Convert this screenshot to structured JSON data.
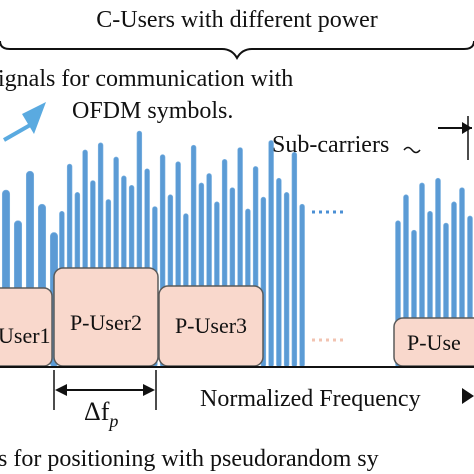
{
  "labels": {
    "top_title": "C-Users with different power",
    "signals_line1": "ignals for communication with",
    "signals_line2": "OFDM symbols.",
    "subcarriers": "Sub-carriers",
    "p_user1": "User1",
    "p_user2": "P-User2",
    "p_user3": "P-User3",
    "p_user_n": "P-Use",
    "delta_base": "Δf",
    "delta_sub": "p",
    "freq_axis": "Normalized Frequency",
    "bottom_caption": "s for positioning with pseudorandom sy"
  },
  "colors": {
    "carrier_bar": "#5b9bd5",
    "carrier_bar_edge": "#7fb4e2",
    "p_user_fill": "#f9d8cc",
    "p_user_stroke": "#5a5a5a",
    "dotted_blue": "#4a8fd4",
    "dotted_peach": "#f2c3b1",
    "arrow_blue": "#5aaae0",
    "ink": "#111111"
  },
  "subcarrier_groups": [
    {
      "group": "left",
      "levels": [
        0.75,
        0.62,
        0.83,
        0.69,
        0.57
      ]
    },
    {
      "group": "middle",
      "levels": [
        0.66,
        0.86,
        0.74,
        0.92,
        0.79,
        0.95,
        0.71,
        0.89,
        0.81,
        0.77,
        1.0,
        0.84,
        0.68,
        0.9,
        0.73,
        0.87,
        0.65,
        0.94,
        0.78,
        0.82,
        0.7,
        0.88,
        0.76,
        0.93,
        0.67,
        0.85,
        0.72,
        0.96,
        0.8,
        0.74,
        0.91,
        0.69
      ]
    },
    {
      "group": "right",
      "levels": [
        0.62,
        0.73,
        0.58,
        0.78,
        0.66,
        0.8,
        0.61,
        0.7,
        0.76,
        0.64
      ]
    }
  ]
}
